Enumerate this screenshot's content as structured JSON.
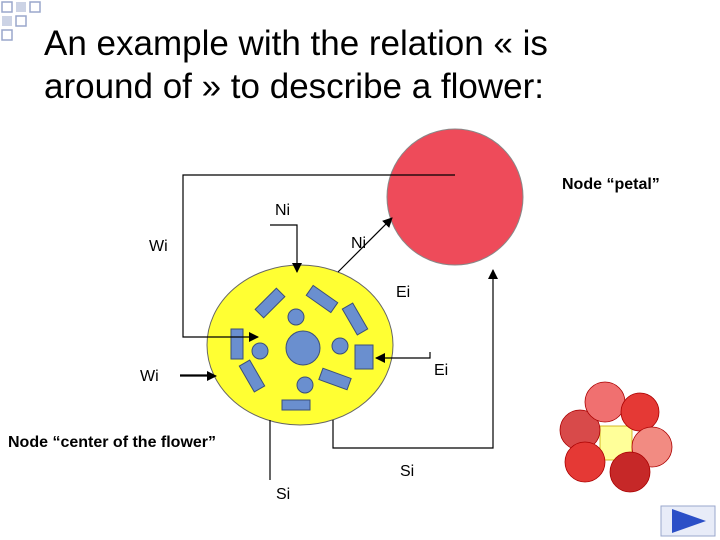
{
  "slide": {
    "title_line1": "An example with the relation « is",
    "title_line2": "around of » to describe a flower:"
  },
  "labels": {
    "node_petal": "Node “petal”",
    "node_center": "Node “center of the flower”",
    "ni_top": "Ni",
    "ni_right": "Ni",
    "wi_top": "Wi",
    "wi_mid": "Wi",
    "ei_top": "Ei",
    "ei_mid": "Ei",
    "si_bottom": "Si",
    "si_right": "Si"
  },
  "colors": {
    "petal": "#ee4b5a",
    "center": "#ffff33",
    "small_parts": "#6a8fcf",
    "flower_petals": [
      "#f08080",
      "#e53935",
      "#c62828",
      "#d84315"
    ],
    "nav_arrow": "#2b4fc7",
    "corner_square": "#9aa7cc"
  },
  "icons": {
    "nav_button": "play-arrow-icon",
    "flower_thumbnail": "flower-icon"
  }
}
